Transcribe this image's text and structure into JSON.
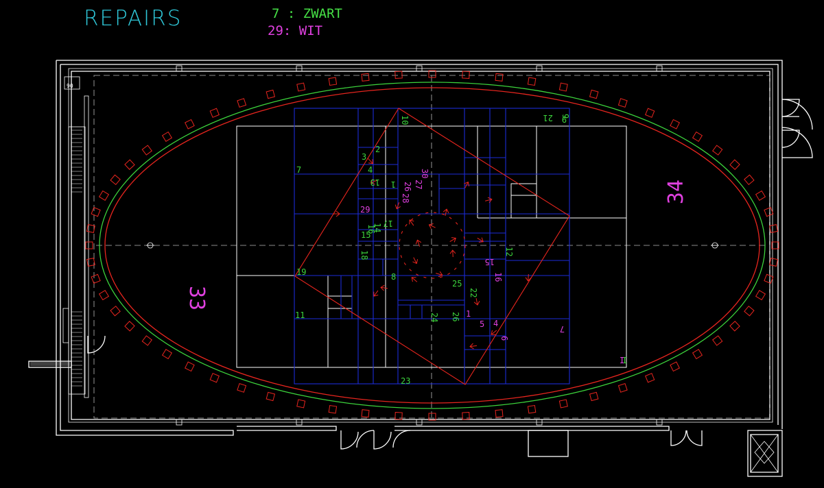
{
  "header": {
    "title": "REPAIRS",
    "legend_black": "7 : ZWART",
    "legend_white": "29: WIT"
  },
  "hall_labels": {
    "left": "33",
    "right": "34"
  },
  "corner_tag": "90",
  "colors": {
    "background": "#000000",
    "walls": "#ffffff",
    "blue_grid": "#1c2bd8",
    "red": "#e8251e",
    "green": "#3cd43c",
    "magenta": "#e040e0",
    "cyan": "#2fc7d8",
    "dashed": "#bbbbbb"
  },
  "panel_numbers": [
    {
      "t": "10",
      "c": "green",
      "rot": 90
    },
    {
      "t": "9",
      "c": "green",
      "rot": 90
    },
    {
      "t": "21",
      "c": "green",
      "rot": 180
    },
    {
      "t": "9",
      "c": "green",
      "rot": 180
    },
    {
      "t": "3",
      "c": "green",
      "rot": 0
    },
    {
      "t": "2",
      "c": "green",
      "rot": 0
    },
    {
      "t": "4",
      "c": "green",
      "rot": 0
    },
    {
      "t": "7",
      "c": "green",
      "rot": 0
    },
    {
      "t": "13",
      "c": "green",
      "rot": 180
    },
    {
      "t": "1",
      "c": "green",
      "rot": 180
    },
    {
      "t": "26",
      "c": "magenta",
      "rot": 90
    },
    {
      "t": "27",
      "c": "magenta",
      "rot": 90
    },
    {
      "t": "30",
      "c": "magenta",
      "rot": 90
    },
    {
      "t": "28",
      "c": "magenta",
      "rot": 90
    },
    {
      "t": "29",
      "c": "magenta",
      "rot": 0
    },
    {
      "t": "14",
      "c": "green",
      "rot": 90
    },
    {
      "t": "16",
      "c": "green",
      "rot": 90
    },
    {
      "t": "17",
      "c": "green",
      "rot": 180
    },
    {
      "t": "18",
      "c": "green",
      "rot": 90
    },
    {
      "t": "15",
      "c": "green",
      "rot": 0
    },
    {
      "t": "12",
      "c": "green",
      "rot": 90
    },
    {
      "t": "15",
      "c": "magenta",
      "rot": 180
    },
    {
      "t": "16",
      "c": "magenta",
      "rot": 90
    },
    {
      "t": "19",
      "c": "green",
      "rot": 0
    },
    {
      "t": "8",
      "c": "green",
      "rot": 0
    },
    {
      "t": "25",
      "c": "green",
      "rot": 0
    },
    {
      "t": "22",
      "c": "green",
      "rot": 90
    },
    {
      "t": "11",
      "c": "green",
      "rot": 0
    },
    {
      "t": "24",
      "c": "green",
      "rot": 90
    },
    {
      "t": "26",
      "c": "green",
      "rot": 90
    },
    {
      "t": "1",
      "c": "magenta",
      "rot": 0
    },
    {
      "t": "5",
      "c": "magenta",
      "rot": 0
    },
    {
      "t": "4",
      "c": "magenta",
      "rot": 0
    },
    {
      "t": "6",
      "c": "magenta",
      "rot": 90
    },
    {
      "t": "7",
      "c": "magenta",
      "rot": 180
    },
    {
      "t": "23",
      "c": "green",
      "rot": 0
    },
    {
      "t": "I",
      "c": "green",
      "rot": 0
    },
    {
      "t": "I",
      "c": "magenta",
      "rot": 0
    }
  ]
}
